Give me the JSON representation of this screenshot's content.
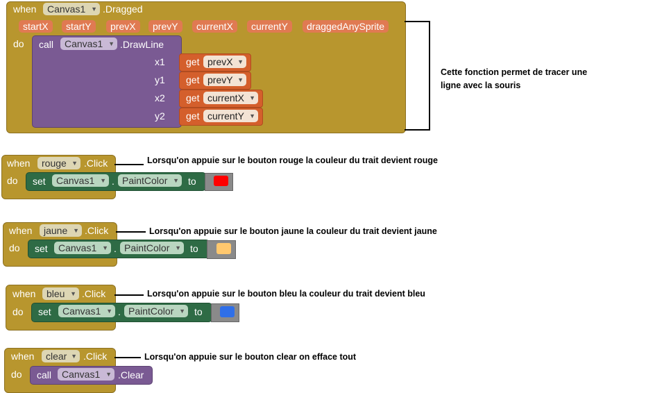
{
  "dragged": {
    "when": "when",
    "component": "Canvas1",
    "event": ".Dragged",
    "params": [
      "startX",
      "startY",
      "prevX",
      "prevY",
      "currentX",
      "currentY",
      "draggedAnySprite"
    ],
    "do": "do",
    "call": "call",
    "call_component": "Canvas1",
    "method": ".DrawLine",
    "args": [
      {
        "label": "x1",
        "get": "get",
        "var": "prevX"
      },
      {
        "label": "y1",
        "get": "get",
        "var": "prevY"
      },
      {
        "label": "x2",
        "get": "get",
        "var": "currentX"
      },
      {
        "label": "y2",
        "get": "get",
        "var": "currentY"
      }
    ],
    "note_line1": "Cette fonction permet de tracer une",
    "note_line2": "ligne avec la souris"
  },
  "color_blocks": [
    {
      "when": "when",
      "button": "rouge",
      "event": ".Click",
      "do": "do",
      "set": "set",
      "component": "Canvas1",
      "dot": ".",
      "property": "PaintColor",
      "to": "to",
      "color": "#ff0000",
      "note": "Lorsqu'on appuie sur le bouton rouge la couleur du trait devient rouge"
    },
    {
      "when": "when",
      "button": "jaune",
      "event": ".Click",
      "do": "do",
      "set": "set",
      "component": "Canvas1",
      "dot": ".",
      "property": "PaintColor",
      "to": "to",
      "color": "#ffc86e",
      "note": "Lorsqu'on appuie sur le bouton jaune la couleur du trait devient jaune"
    },
    {
      "when": "when",
      "button": "bleu",
      "event": ".Click",
      "do": "do",
      "set": "set",
      "component": "Canvas1",
      "dot": ".",
      "property": "PaintColor",
      "to": "to",
      "color": "#2f6fe8",
      "note": "Lorsqu'on appuie sur le bouton bleu la couleur du trait devient bleu"
    }
  ],
  "clear": {
    "when": "when",
    "button": "clear",
    "event": ".Click",
    "do": "do",
    "call": "call",
    "component": "Canvas1",
    "method": ".Clear",
    "note": "Lorsqu'on appuie sur le bouton clear on efface tout"
  }
}
